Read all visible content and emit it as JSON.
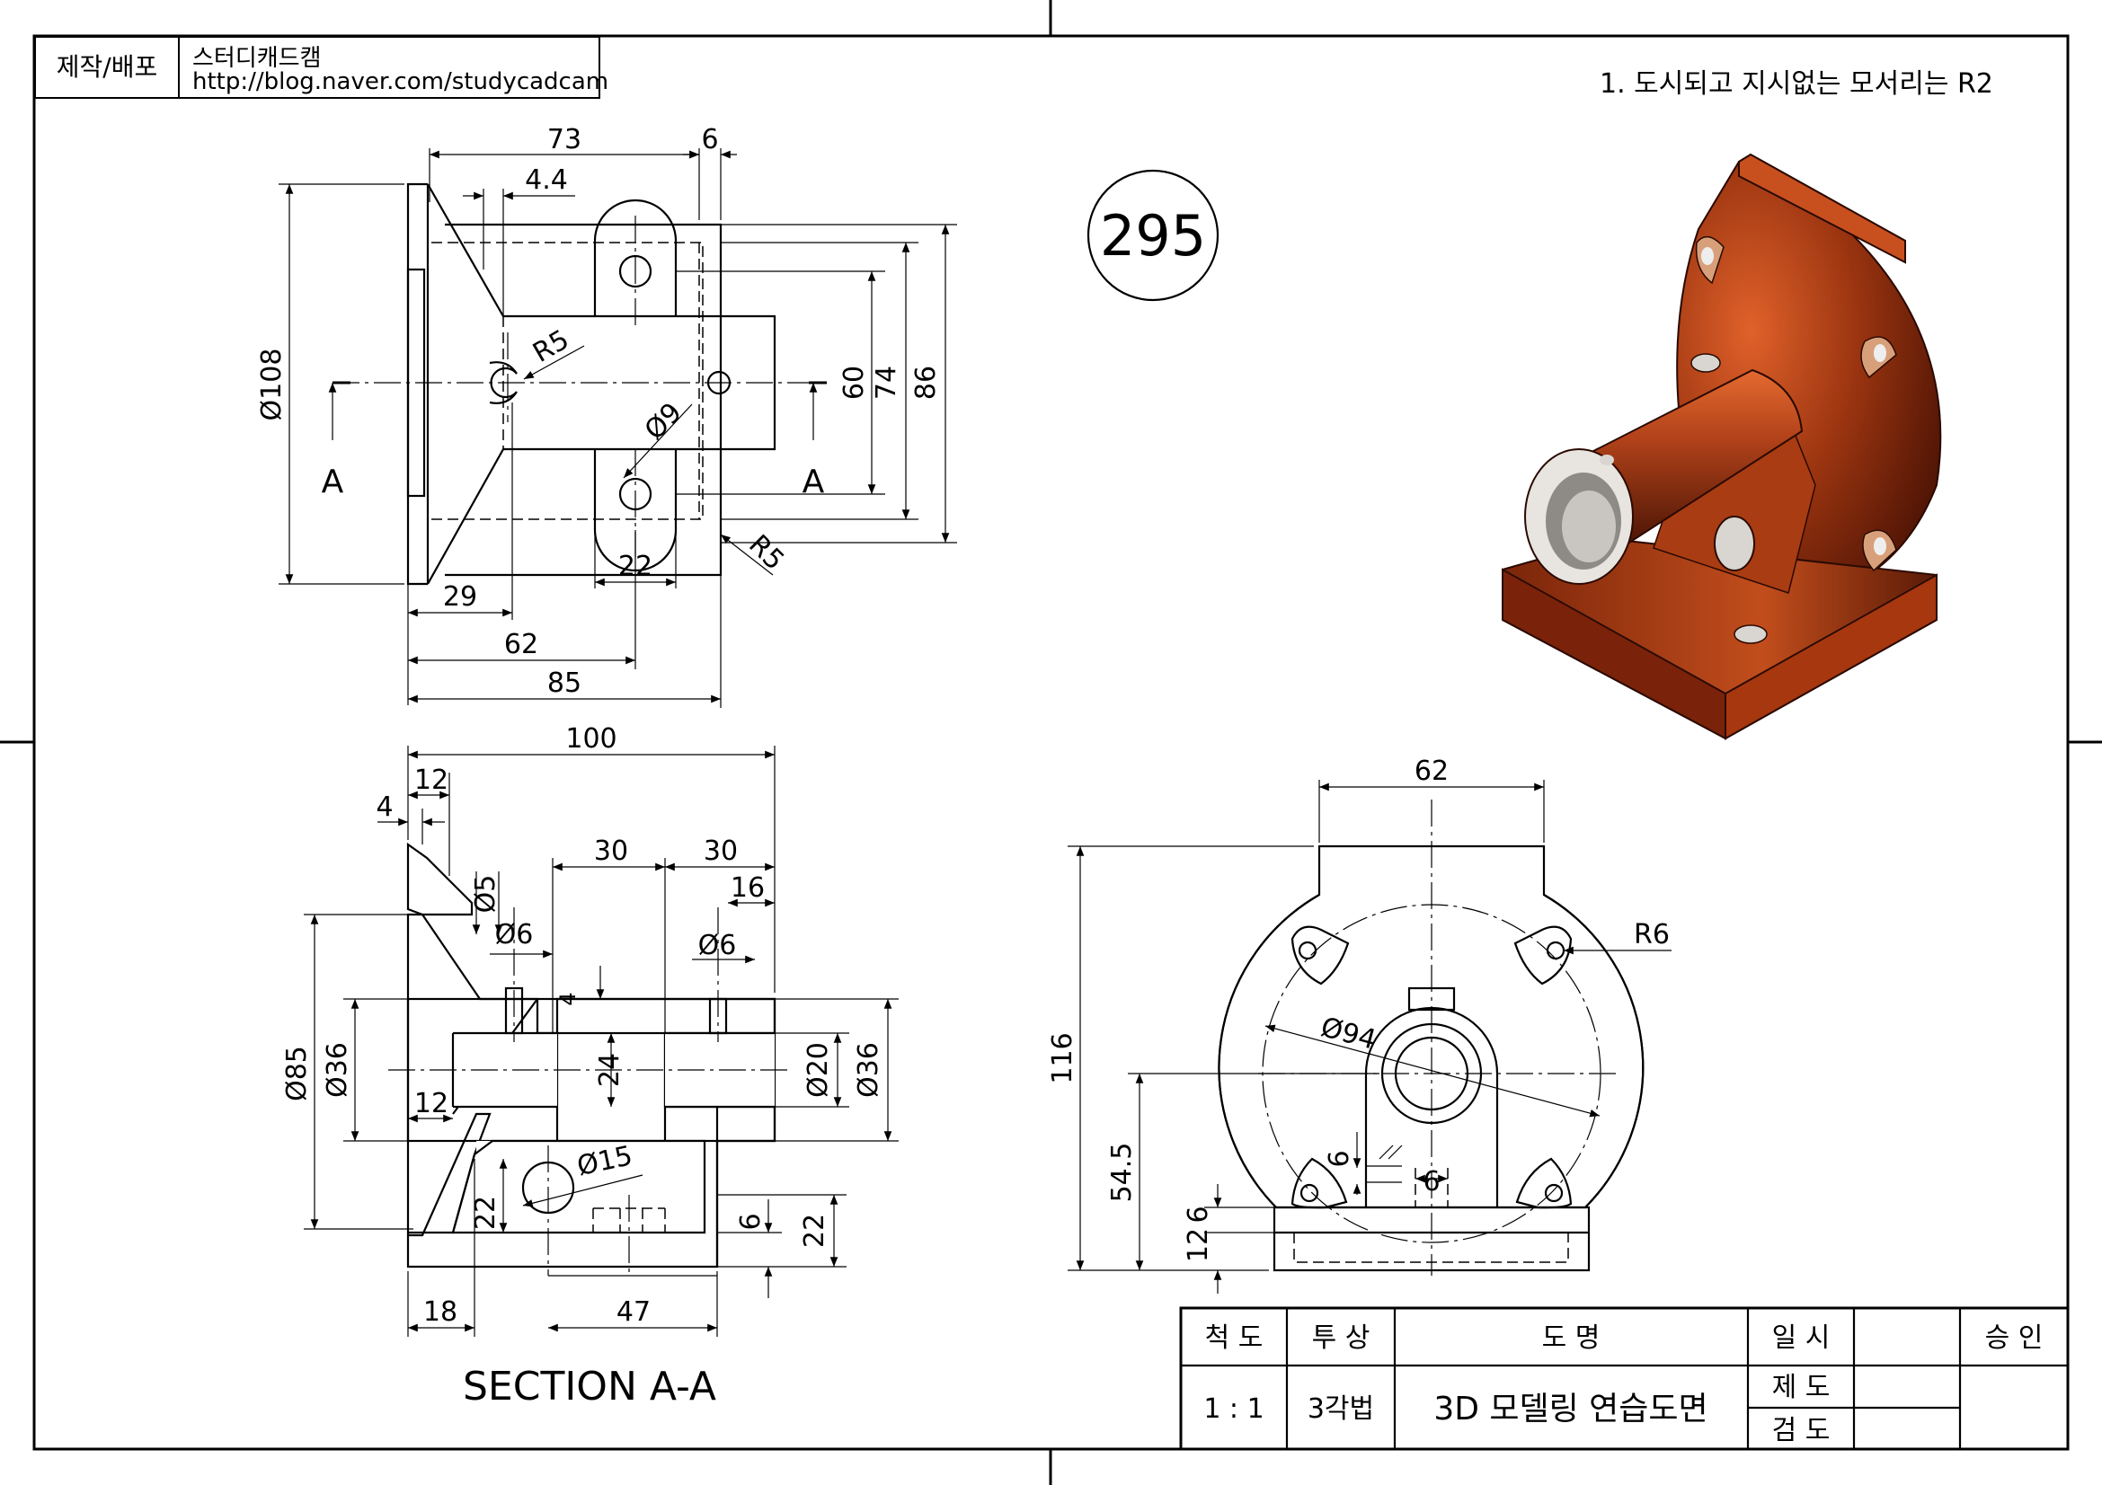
{
  "header": {
    "label": "제작/배포",
    "author": "스터디캐드캠",
    "url": "http://blog.naver.com/studycadcam"
  },
  "note": "1. 도시되고 지시없는 모서리는 R2",
  "drawing_number": "295",
  "top_view": {
    "dims": [
      "73",
      "6",
      "4.4",
      "R5",
      "Ø9",
      "Ø108",
      "60",
      "74",
      "86",
      "22",
      "R5",
      "29",
      "62",
      "85"
    ],
    "section_label_left": "A",
    "section_label_right": "A"
  },
  "section_view": {
    "dims": [
      "100",
      "12",
      "4",
      "30",
      "30",
      "16",
      "Ø5",
      "Ø6",
      "Ø6",
      "4",
      "Ø85",
      "Ø36",
      "24",
      "Ø20",
      "Ø36",
      "12",
      "Ø15",
      "22",
      "6",
      "22",
      "18",
      "47"
    ],
    "title": "SECTION A-A"
  },
  "front_view": {
    "dims": [
      "62",
      "R6",
      "Ø94",
      "116",
      "54.5",
      "6",
      "6",
      "12",
      "6"
    ]
  },
  "title_block": {
    "scale_label": "척 도",
    "projection_label": "투 상",
    "name_label": "도 명",
    "date_label": "일 시",
    "approve_label": "승 인",
    "scale_value": "1 : 1",
    "projection_value": "3각법",
    "drawing_name": "3D 모델링 연습도면",
    "drawn_label": "제 도",
    "checked_label": "검 도"
  },
  "colors": {
    "model_body": "#8a2c0c",
    "model_highlight": "#d9551f",
    "model_dark": "#3a0d02"
  }
}
